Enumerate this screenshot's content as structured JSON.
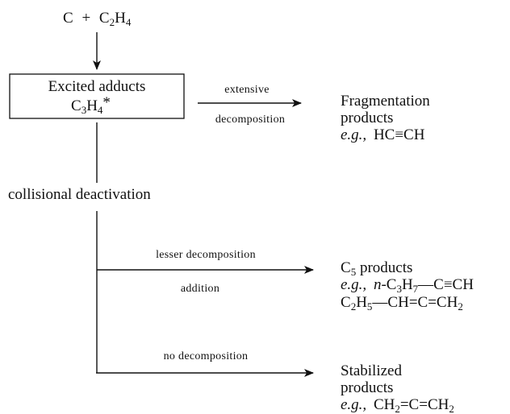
{
  "reactants": {
    "c": "C",
    "plus": "+",
    "c2h4": "C",
    "sub2": "2",
    "h": "H",
    "sub4": "4"
  },
  "adduct_box": {
    "line1": "Excited adducts",
    "c3h4_c": "C",
    "c3h4_sub3": "3",
    "c3h4_h": "H",
    "c3h4_sub4": "4",
    "star": "*"
  },
  "branch1": {
    "label_above": "extensive",
    "label_below": "decomposition",
    "product_line1": "Fragmentation",
    "product_line2": "products",
    "eg": "e.g.,",
    "example": "HC≡CH"
  },
  "deactivation_label": "collisional deactivation",
  "branch2": {
    "label_above": "lesser decomposition",
    "label_below": "addition",
    "product_c": "C",
    "product_sub": "5",
    "product_rest": " products",
    "eg": "e.g.,",
    "ex1_n": "n",
    "ex1_rest": "-C",
    "ex1_sub3": "3",
    "ex1_h": "H",
    "ex1_sub7": "7",
    "ex1_tail": "—C≡CH",
    "ex2_c": "C",
    "ex2_sub2": "2",
    "ex2_h": "H",
    "ex2_sub5": "5",
    "ex2_tail": "—CH=C=CH",
    "ex2_sub_end": "2"
  },
  "branch3": {
    "label_above": "no decomposition",
    "product_line1": "Stabilized",
    "product_line2": "products",
    "eg": "e.g.,",
    "ex_c": "CH",
    "ex_sub2": "2",
    "ex_tail": "=C=CH",
    "ex_sub_end": "2"
  }
}
